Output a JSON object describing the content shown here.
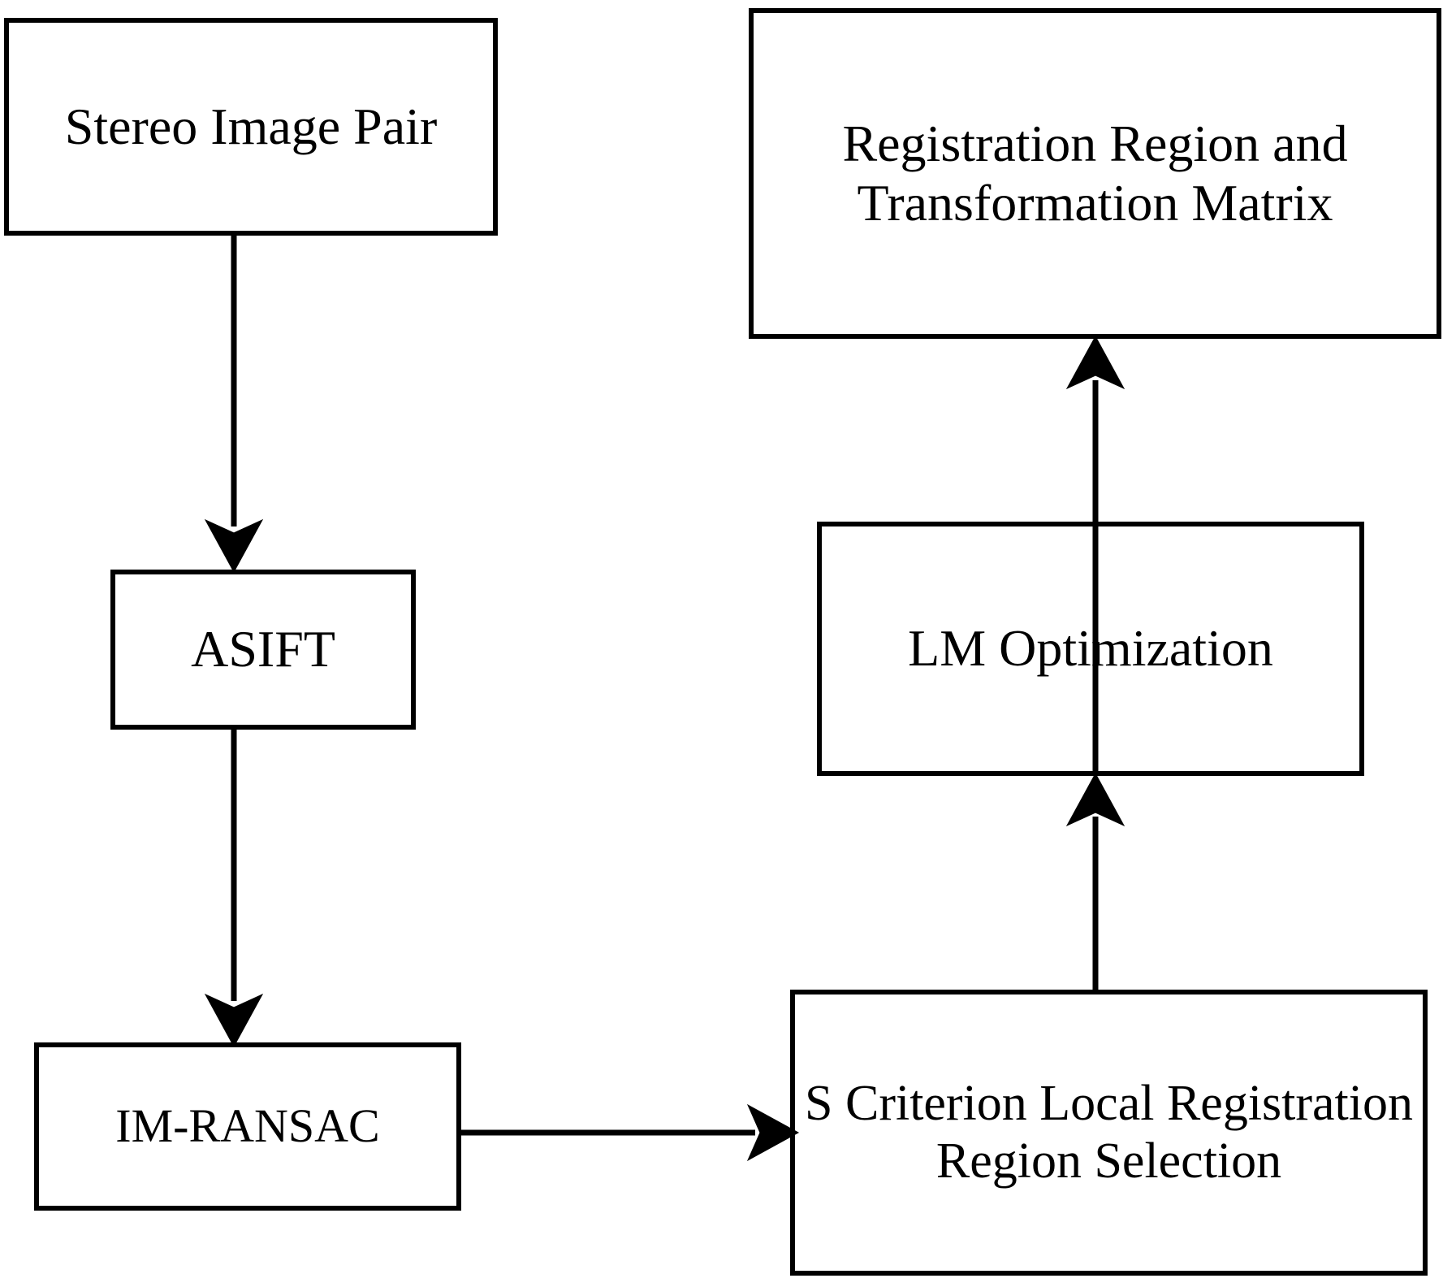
{
  "diagram": {
    "title": "Stereo image registration pipeline flowchart",
    "background_color": "#ffffff",
    "stroke_color": "#000000",
    "nodes": [
      {
        "id": "stereo-image-pair",
        "label": "Stereo Image Pair"
      },
      {
        "id": "asift",
        "label": "ASIFT"
      },
      {
        "id": "im-ransac",
        "label": "IM-RANSAC"
      },
      {
        "id": "s-criterion",
        "label": "S Criterion Local Registration Region Selection"
      },
      {
        "id": "lm-optimization",
        "label": "LM Optimization"
      },
      {
        "id": "registration-output",
        "label": "Registration Region and Transformation Matrix"
      }
    ],
    "edges": [
      {
        "id": "edge-stereo-to-asift",
        "from": "stereo-image-pair",
        "to": "asift",
        "direction": "down"
      },
      {
        "id": "edge-asift-to-ransac",
        "from": "asift",
        "to": "im-ransac",
        "direction": "down"
      },
      {
        "id": "edge-ransac-to-scriterion",
        "from": "im-ransac",
        "to": "s-criterion",
        "direction": "right"
      },
      {
        "id": "edge-scriterion-to-lm",
        "from": "s-criterion",
        "to": "lm-optimization",
        "direction": "up"
      },
      {
        "id": "edge-lm-to-output",
        "from": "lm-optimization",
        "to": "registration-output",
        "direction": "up"
      }
    ]
  }
}
